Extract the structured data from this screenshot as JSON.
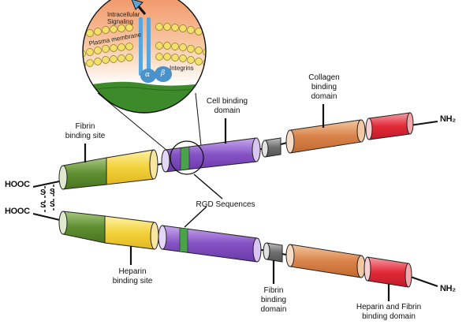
{
  "labels": {
    "fibrin_binding_site": "Fibrin\nbinding site",
    "cell_binding_domain": "Cell binding\ndomain",
    "collagen_binding_domain": "Collagen\nbinding\ndomain",
    "rgd_sequences": "RGD Sequences",
    "heparin_binding_site": "Heparin\nbinding site",
    "fibrin_binding_domain": "Fibrin\nbinding\ndomain",
    "heparin_fibrin_binding_domain": "Heparin and Fibrin\nbinding domain"
  },
  "termini": {
    "cooh_top": "HOOC",
    "cooh_bottom": "HOOC",
    "nh2_top": "NH₂",
    "nh2_bottom": "NH₂"
  },
  "disulfide": {
    "s1": "S",
    "s2": "S",
    "s3": "S",
    "s4": "S"
  },
  "inset": {
    "intracellular_signaling": "Intracellular\nSignaling",
    "plasma_membrane": "Plasma membrane",
    "integrins": "Integrins",
    "alpha": "α",
    "beta": "β"
  },
  "colors": {
    "green": "#6a9a3a",
    "yellow": "#f2d74a",
    "purple": "#8a5cc4",
    "gray": "#7a7a7a",
    "orange": "#d9874a",
    "red": "#e0303c",
    "rgd_band": "#4aa34a",
    "membrane_bead": "#f2e06a",
    "integrin": "#5aa6dc"
  }
}
